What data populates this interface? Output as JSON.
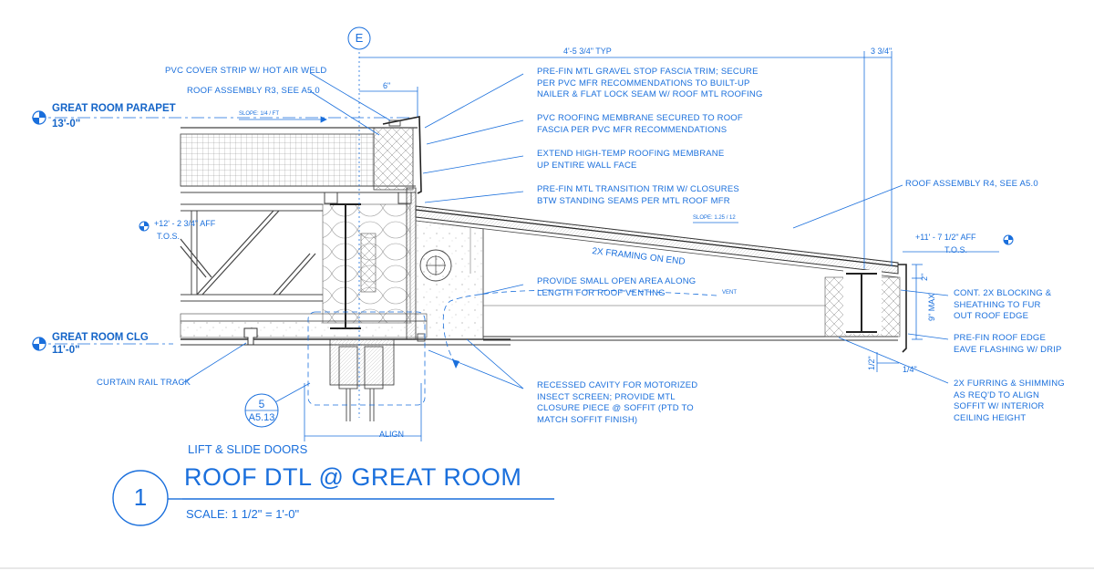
{
  "detail": {
    "number": "1",
    "title": "ROOF DTL @ GREAT ROOM",
    "subtitle": "LIFT & SLIDE DOORS",
    "scale": "SCALE:   1 1/2\" = 1'-0\""
  },
  "grid_bubble": "E",
  "section_ref": {
    "number": "5",
    "sheet": "A5.13"
  },
  "levels": [
    {
      "name": "GREAT ROOM PARAPET",
      "elevation": "13'-0\""
    },
    {
      "name": "GREAT ROOM CLG",
      "elevation": "11'-0\""
    }
  ],
  "tos_labels": [
    {
      "elevation": "+12' - 2 3/4\" AFF",
      "label": "T.O.S."
    },
    {
      "elevation": "+11' - 7 1/2\" AFF",
      "label": "T.O.S."
    }
  ],
  "dimensions": {
    "typ": "4'-5 3/4\"  TYP",
    "three_three_quarter": "3 3/4\"",
    "six": "6\"",
    "two": "2\"",
    "nine_max": "9\" MAX",
    "half": "1/2\"",
    "quarter": "1/4\"",
    "align": "ALIGN"
  },
  "slopes": [
    "SLOPE: 1/4 / FT",
    "SLOPE: 1.25 / 12"
  ],
  "vent_label": "VENT",
  "framing_label": "2X FRAMING ON END",
  "notes_left": [
    [
      "PVC COVER STRIP W/ HOT AIR WELD"
    ],
    [
      "ROOF ASSEMBLY R3, SEE A5.0"
    ],
    [
      "CURTAIN RAIL TRACK"
    ]
  ],
  "notes_center": [
    [
      "PRE-FIN MTL GRAVEL STOP FASCIA TRIM; SECURE",
      "PER PVC MFR RECOMMENDATIONS TO BUILT-UP",
      "NAILER & FLAT LOCK SEAM W/ ROOF MTL ROOFING"
    ],
    [
      "PVC ROOFING MEMBRANE SECURED TO ROOF",
      "FASCIA PER PVC MFR RECOMMENDATIONS"
    ],
    [
      "EXTEND HIGH-TEMP ROOFING MEMBRANE",
      "UP ENTIRE WALL FACE"
    ],
    [
      "PRE-FIN MTL TRANSITION TRIM W/ CLOSURES",
      "BTW STANDING SEAMS PER MTL ROOF MFR"
    ],
    [
      "PROVIDE SMALL OPEN AREA ALONG",
      "LENGTH FOR ROOF VENTING"
    ],
    [
      "RECESSED CAVITY FOR MOTORIZED",
      "INSECT SCREEN; PROVIDE MTL",
      "CLOSURE PIECE @ SOFFIT (PTD TO",
      "MATCH SOFFIT FINISH)"
    ]
  ],
  "notes_right": [
    [
      "ROOF ASSEMBLY R4, SEE A5.0"
    ],
    [
      "CONT. 2X BLOCKING &",
      "SHEATHING TO FUR",
      "OUT ROOF EDGE"
    ],
    [
      "PRE-FIN ROOF EDGE",
      "EAVE FLASHING W/ DRIP"
    ],
    [
      "2X FURRING & SHIMMING",
      "AS REQ'D TO ALIGN",
      "SOFFIT W/ INTERIOR",
      "CEILING HEIGHT"
    ]
  ],
  "colors": {
    "drawing_blue": "#1a6fdc",
    "linework": "#333333",
    "light_line": "#9a9a9a"
  }
}
